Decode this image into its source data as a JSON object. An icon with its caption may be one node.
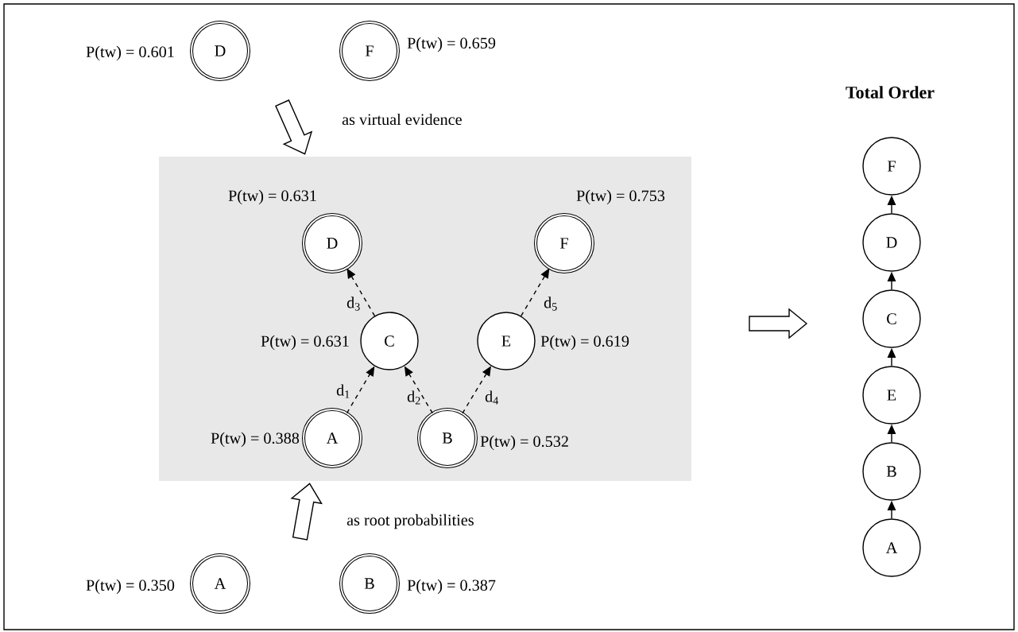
{
  "diagram": {
    "title": "Total Order",
    "nodes": [
      {
        "text": [
          "D"
        ],
        "beside": [
          "P(tw) = 0.601"
        ]
      },
      {
        "text": [
          "F"
        ],
        "beside": [
          "P(tw) = 0.659"
        ]
      },
      {
        "text": [],
        "shape": "box"
      },
      {
        "text": [
          "D"
        ],
        "in": 2,
        "beside": [
          "P(tw) = 0.631"
        ]
      },
      {
        "text": [
          "F"
        ],
        "in": 2,
        "beside": [
          "P(tw) = 0.753"
        ]
      },
      {
        "text": [
          "C"
        ],
        "in": 2,
        "beside": [
          "P(tw) = 0.631"
        ]
      },
      {
        "text": [
          "E"
        ],
        "in": 2,
        "beside": [
          "P(tw) = 0.619"
        ]
      },
      {
        "text": [
          "A"
        ],
        "in": 2,
        "beside": [
          "P(tw) = 0.388"
        ]
      },
      {
        "text": [
          "B"
        ],
        "in": 2,
        "beside": [
          "P(tw) = 0.532"
        ]
      },
      {
        "text": [
          "F"
        ]
      },
      {
        "text": [
          "D"
        ]
      },
      {
        "text": [
          "C"
        ]
      },
      {
        "text": [
          "E"
        ]
      },
      {
        "text": [
          "B"
        ]
      },
      {
        "text": [
          "A"
        ]
      },
      {
        "text": [
          "A"
        ],
        "beside": [
          "P(tw) = 0.350"
        ]
      },
      {
        "text": [
          "B"
        ],
        "beside": [
          "P(tw) = 0.387"
        ]
      }
    ],
    "edges": [
      {
        "from": null,
        "to": 2,
        "arrow": "to",
        "label": "as virtual evidence"
      },
      {
        "from": 7,
        "to": 5,
        "arrow": "to",
        "style": "dashed",
        "label": "d$_{1}$"
      },
      {
        "from": 8,
        "to": 5,
        "arrow": "to",
        "style": "dashed",
        "label": "d$_{2}$"
      },
      {
        "from": 5,
        "to": 3,
        "arrow": "to",
        "style": "dashed",
        "label": "d$_{3}$"
      },
      {
        "from": 8,
        "to": 6,
        "arrow": "to",
        "style": "dashed",
        "label": "d$_{4}$"
      },
      {
        "from": 6,
        "to": 4,
        "arrow": "to",
        "style": "dashed",
        "label": "d$_{5}$"
      },
      {
        "from": 14,
        "to": 13,
        "arrow": "to"
      },
      {
        "from": 13,
        "to": 12,
        "arrow": "to"
      },
      {
        "from": 12,
        "to": 11,
        "arrow": "to"
      },
      {
        "from": 11,
        "to": 10,
        "arrow": "to"
      },
      {
        "from": 10,
        "to": 9,
        "arrow": "to"
      },
      {
        "from": null,
        "to": 2,
        "arrow": "to",
        "label": "as root probabilities"
      }
    ]
  }
}
